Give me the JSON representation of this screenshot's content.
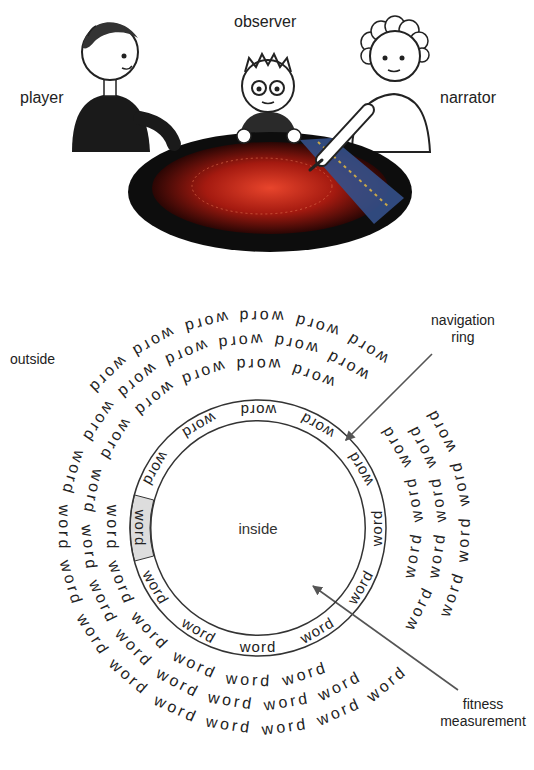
{
  "diagram": {
    "nodes": [
      {
        "text": [
          "inside"
        ]
      }
    ],
    "labels": [
      "player",
      "observer",
      "narrator",
      "outside",
      "navigation ring",
      "fitness measurement",
      "word",
      "word",
      "word",
      "word",
      "word",
      "word",
      "word",
      "word",
      "word",
      "word",
      "word",
      "word",
      "word",
      "word",
      "word",
      "word",
      "word",
      "word",
      "word",
      "word",
      "word",
      "word",
      "word",
      "word",
      "word",
      "word",
      "word",
      "word",
      "word",
      "word",
      "word",
      "word",
      "word",
      "word",
      "word",
      "word",
      "word",
      "word",
      "word",
      "word",
      "word",
      "word",
      "word",
      "word",
      "word",
      "word",
      "word",
      "word",
      "word",
      "word",
      "word",
      "word",
      "word",
      "word",
      "word",
      "word",
      "word",
      "word",
      "word",
      "word",
      "word",
      "word",
      "word",
      "word"
    ]
  }
}
